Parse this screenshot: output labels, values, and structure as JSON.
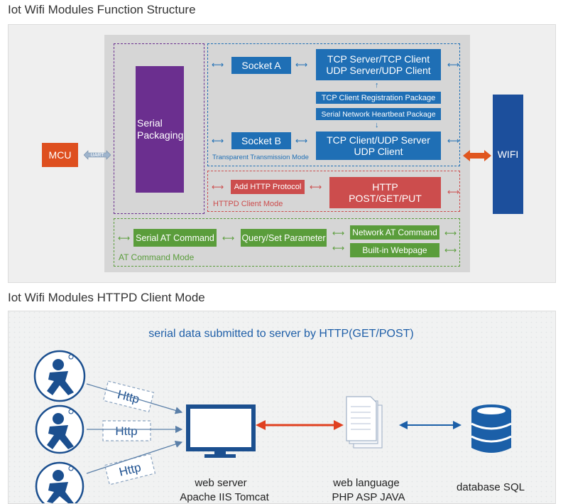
{
  "section1": {
    "title": "Iot Wifi Modules Function Structure",
    "mcu": "MCU",
    "uart": "UART",
    "wifi": "WIFI",
    "serial_packaging": [
      "Serial",
      "Packaging"
    ],
    "transparent": {
      "mode_label": "Transparent Transmission Mode",
      "socket_a": "Socket A",
      "socket_b": "Socket B",
      "tcp_server_lines": [
        "TCP Server/TCP Client",
        "UDP Server/UDP Client"
      ],
      "registration": "TCP Client Registration Package",
      "heartbeat": "Serial Network Heartbeat Package",
      "tcp_client_lines": [
        "TCP Client/UDP Server",
        "UDP Client"
      ]
    },
    "httpd": {
      "mode_label": "HTTPD Client Mode",
      "add_protocol": "Add HTTP Protocol",
      "http_lines": [
        "HTTP",
        "POST/GET/PUT"
      ]
    },
    "at": {
      "mode_label": "AT Command Mode",
      "serial_at": "Serial AT Command",
      "query_set": "Query/Set Parameter",
      "network_at": "Network AT Command",
      "webpage": "Built-in Webpage"
    },
    "colors": {
      "blue": "#1f6fb5",
      "dark_blue": "#1c4f9c",
      "purple": "#6b2f8f",
      "orange_red": "#de4f1f",
      "red": "#cc4d4d",
      "green": "#5a9d3b",
      "arrow_orange": "#e0561f"
    }
  },
  "section2": {
    "title": "Iot Wifi Modules HTTPD Client Mode",
    "headline": "serial data submitted to server by HTTP(GET/POST)",
    "http_label": "Http",
    "web_server_lines": [
      "web server",
      "Apache IIS Tomcat"
    ],
    "web_language_lines": [
      "web language",
      "PHP ASP JAVA"
    ],
    "database": "database SQL",
    "colors": {
      "headline": "#1f5fa8",
      "icon": "#1b4f8f",
      "arrow_red": "#e04020",
      "arrow_blue": "#1b5fa8"
    }
  }
}
